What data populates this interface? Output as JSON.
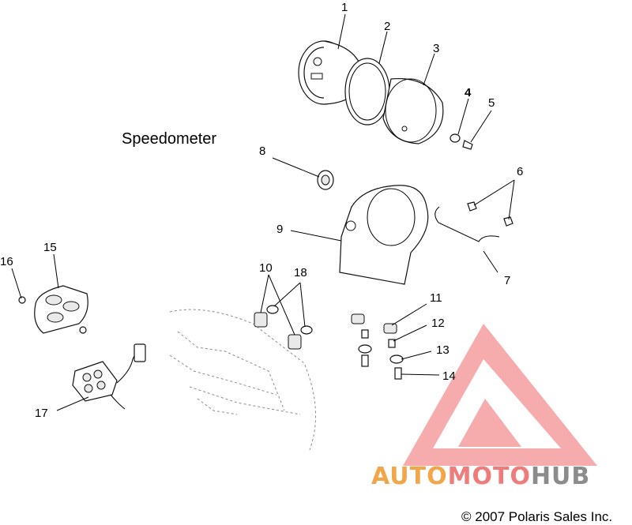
{
  "diagram": {
    "heading": "Speedometer",
    "copyright": "© 2007 Polaris Sales Inc.",
    "callouts": {
      "n1": "1",
      "n2": "2",
      "n3": "3",
      "n4": "4",
      "n5": "5",
      "n6": "6",
      "n7": "7",
      "n8": "8",
      "n9": "9",
      "n10": "10",
      "n11": "11",
      "n12": "12",
      "n13": "13",
      "n14": "14",
      "n15": "15",
      "n16": "16",
      "n17": "17",
      "n18": "18"
    }
  },
  "watermark": {
    "part1": "AUTO",
    "part2": "MOTO",
    "part3": "HUB",
    "colors": {
      "auto": "#f2a64a",
      "moto": "#ef7b7b",
      "hub": "#8c8c8c",
      "logo": "#f06a6a"
    }
  }
}
